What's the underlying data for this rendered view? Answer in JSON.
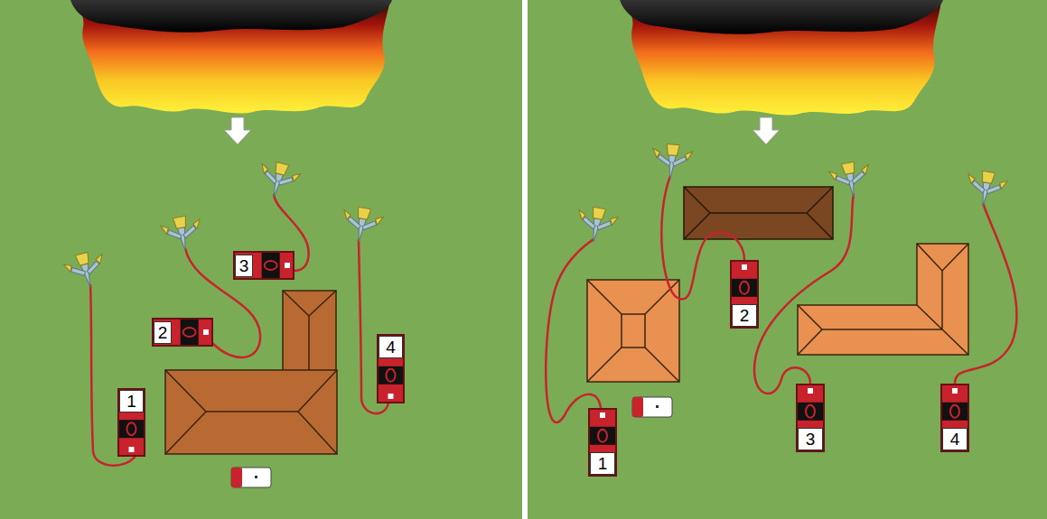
{
  "diagram": {
    "nodes": [
      {
        "text": [
          "1"
        ]
      },
      {
        "text": [
          "2"
        ]
      },
      {
        "text": [
          "3"
        ]
      },
      {
        "text": [
          "4"
        ]
      },
      {
        "text": [
          "1"
        ]
      },
      {
        "text": [
          "2"
        ]
      },
      {
        "text": [
          "3"
        ]
      },
      {
        "text": [
          "4"
        ]
      }
    ]
  }
}
